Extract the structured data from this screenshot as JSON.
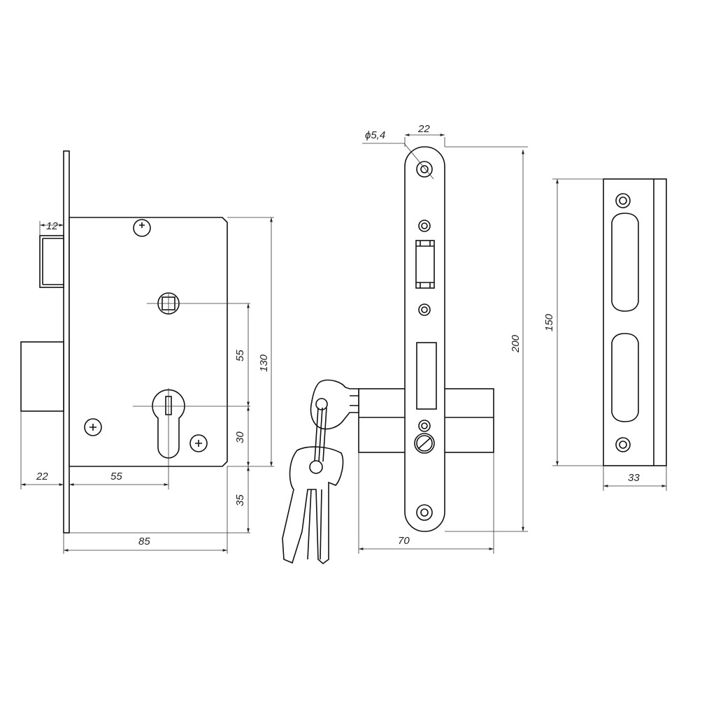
{
  "title": "Mortise lock technical drawing",
  "side_view": {
    "dims": {
      "latch_projection": "12",
      "bolt_projection": "22",
      "backset": "55",
      "body_depth": "85",
      "spindle_to_cylinder": "55",
      "body_height": "130",
      "cylinder_to_bottom": "30",
      "bottom_offset": "35"
    }
  },
  "front_view": {
    "dims": {
      "hole_diameter": "ϕ5,4",
      "faceplate_width": "22",
      "faceplate_height": "200",
      "cylinder_length": "70"
    }
  },
  "strike_plate": {
    "dims": {
      "height": "150",
      "width": "33"
    }
  }
}
